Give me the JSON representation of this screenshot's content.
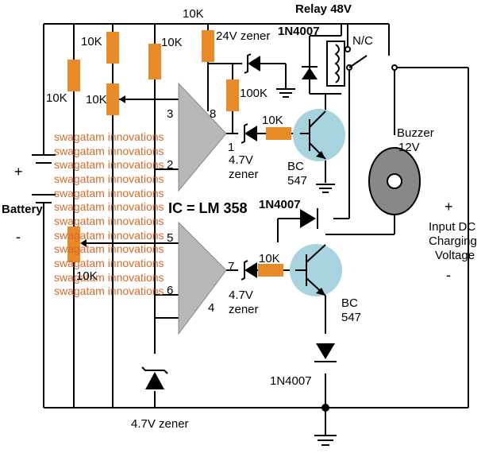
{
  "labels": {
    "r_top_left": "10K",
    "r_left_upper": "10K",
    "r_mid": "10K",
    "pot_upper": "10K",
    "r_right_top": "10K",
    "relay": "Relay 48V",
    "diode_relay": "1N4007",
    "nc": "N/C",
    "zener_24": "24V zener",
    "r_100k": "100K",
    "pin3": "3",
    "pin8": "8",
    "pin2": "2",
    "pin1": "1",
    "r_base_upper": "10K",
    "zener_upper": "4.7V",
    "zener_upper2": "zener",
    "bc_upper1": "BC",
    "bc_upper2": "547",
    "buzzer1": "Buzzer",
    "buzzer2": "12V",
    "battery": "Battery",
    "ic": "IC = LM 358",
    "diode_mid": "1N4007",
    "pin5": "5",
    "pin7": "7",
    "pot_lower": "10K",
    "r_base_lower": "10K",
    "zener_lower": "4.7V",
    "zener_lower2": "zener",
    "bc_lower1": "BC",
    "bc_lower2": "547",
    "pin6": "6",
    "pin4": "4",
    "input1": "Input DC",
    "input2": "Charging",
    "input3": "Voltage",
    "diode_bottom": "1N4007",
    "zener_bottom": "4.7V zener"
  },
  "watermark": "swagatam innovations",
  "colors": {
    "resistor": "#e98a28",
    "transistor": "#a6d3de",
    "opamp": "#b8b8b8",
    "buzzer": "#888888",
    "watermark": "#d86a2a"
  }
}
